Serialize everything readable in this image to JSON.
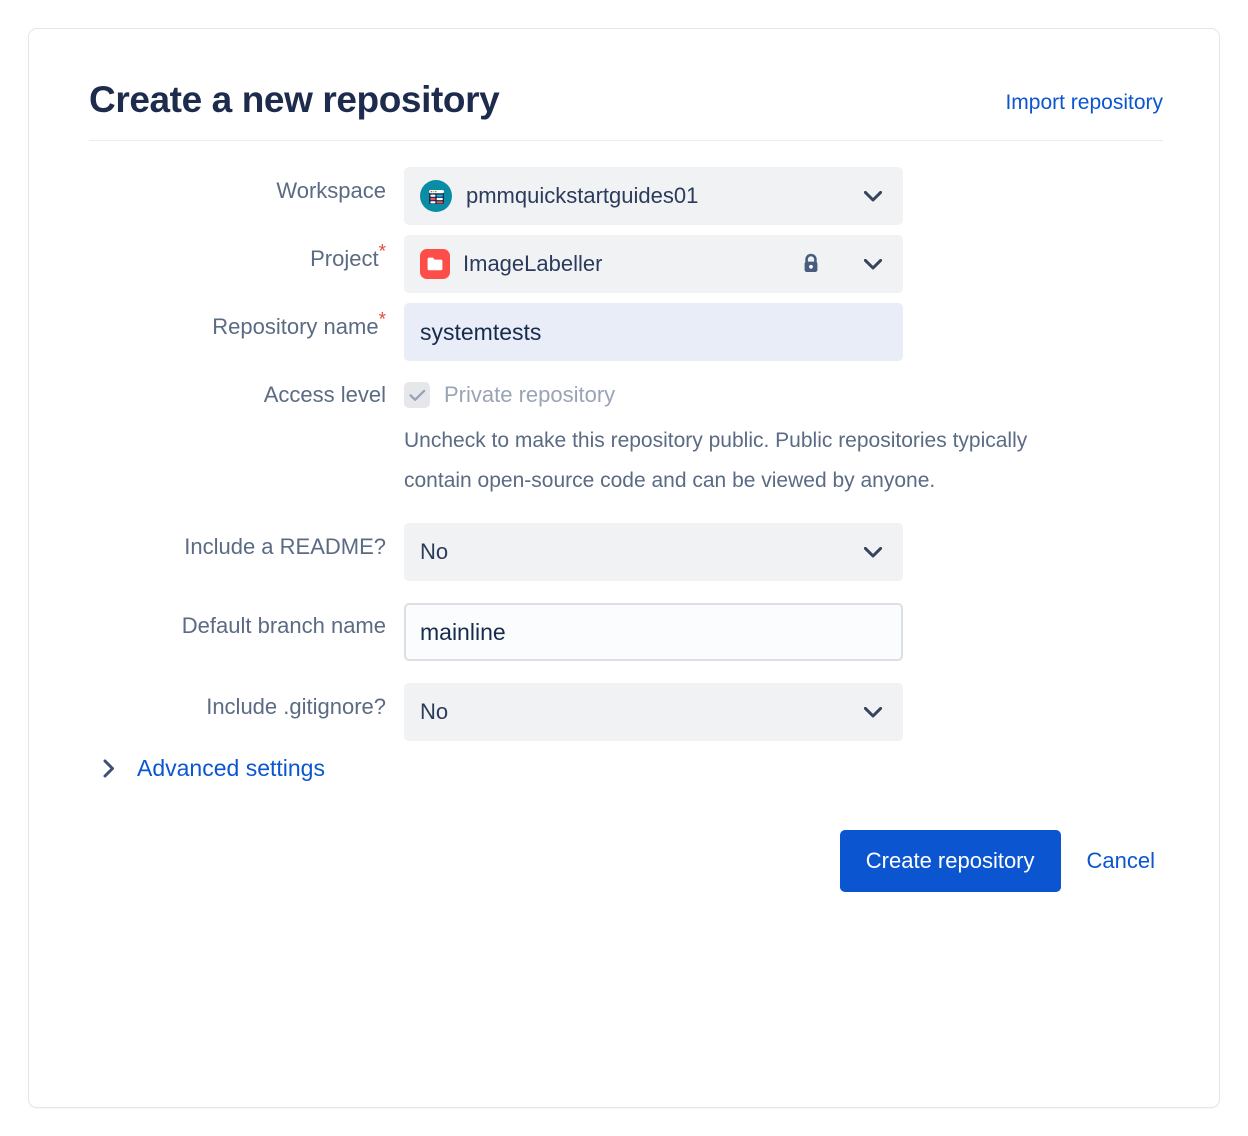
{
  "header": {
    "title": "Create a new repository",
    "import_link": "Import repository"
  },
  "form": {
    "workspace": {
      "label": "Workspace",
      "value": "pmmquickstartguides01",
      "avatar_icon": "workspace-dashboard-icon",
      "avatar_color": "#0A8CA5",
      "chevron_icon": "chevron-down-icon"
    },
    "project": {
      "label": "Project",
      "required": "*",
      "value": "ImageLabeller",
      "avatar_icon": "folder-icon",
      "avatar_color": "#FD4D48",
      "lock_icon": "lock-icon",
      "chevron_icon": "chevron-down-icon"
    },
    "repository_name": {
      "label": "Repository name",
      "required": "*",
      "value": "systemtests",
      "placeholder": ""
    },
    "access_level": {
      "label": "Access level",
      "checkbox_label": "Private repository",
      "checked": true,
      "disabled": true,
      "check_icon": "checkmark-icon",
      "help_text": "Uncheck to make this repository public. Public repositories typically contain open-source code and can be viewed by anyone."
    },
    "include_readme": {
      "label": "Include a README?",
      "value": "No",
      "chevron_icon": "chevron-down-icon"
    },
    "default_branch": {
      "label": "Default branch name",
      "value": "mainline",
      "placeholder": ""
    },
    "include_gitignore": {
      "label": "Include .gitignore?",
      "value": "No",
      "chevron_icon": "chevron-down-icon"
    },
    "advanced": {
      "label": "Advanced settings",
      "chevron_icon": "chevron-right-icon",
      "expanded": false
    }
  },
  "footer": {
    "submit_label": "Create repository",
    "cancel_label": "Cancel"
  },
  "colors": {
    "accent": "#0B56D0",
    "title": "#1D2B4C",
    "label": "#5B6B83",
    "field_bg": "#F1F2F4",
    "focused_field_bg": "#E8EDF8",
    "required_asterisk": "#E24C38"
  }
}
